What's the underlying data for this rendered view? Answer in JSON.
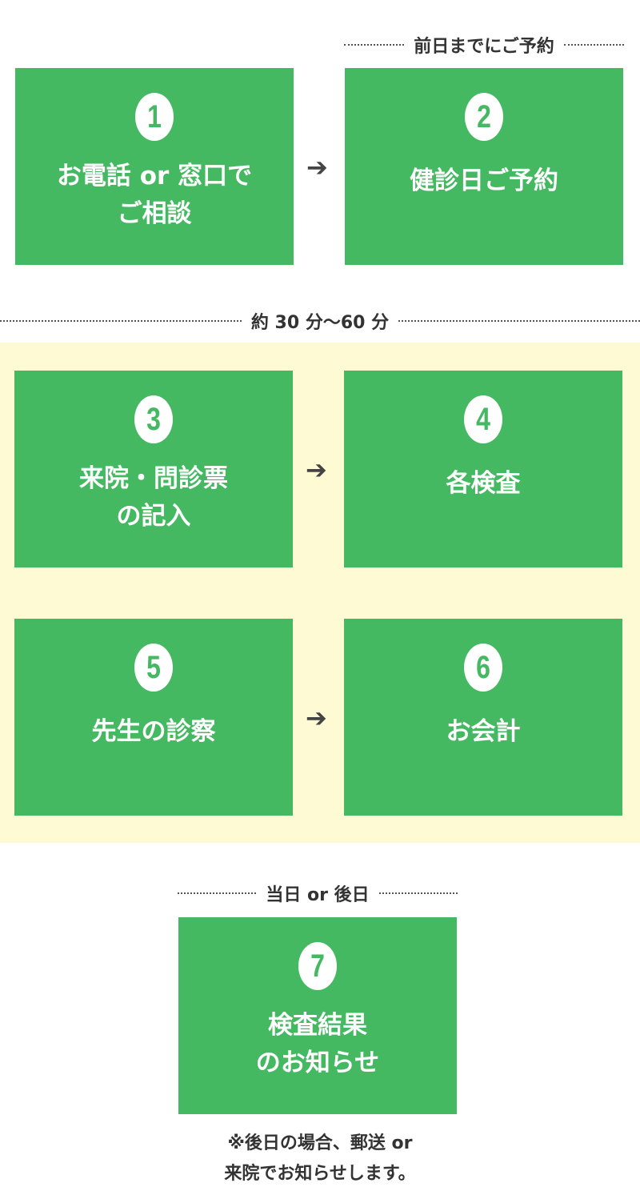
{
  "labels": {
    "advance": "前日までにご予約",
    "duration": "約 30 分〜60 分",
    "result": "当日 or 後日"
  },
  "steps": [
    {
      "num": "1",
      "text": "お電話 or 窓口で\nご相談"
    },
    {
      "num": "2",
      "text": "健診日ご予約"
    },
    {
      "num": "3",
      "text": "来院・問診票\nの記入"
    },
    {
      "num": "4",
      "text": "各検査"
    },
    {
      "num": "5",
      "text": "先生の診察"
    },
    {
      "num": "6",
      "text": "お会計"
    },
    {
      "num": "7",
      "text": "検査結果\nのお知らせ"
    }
  ],
  "arrow": "➔",
  "note": "※後日の場合、郵送 or\n来院でお知らせします。",
  "colors": {
    "green": "#45b862",
    "band": "#fefbd4"
  }
}
